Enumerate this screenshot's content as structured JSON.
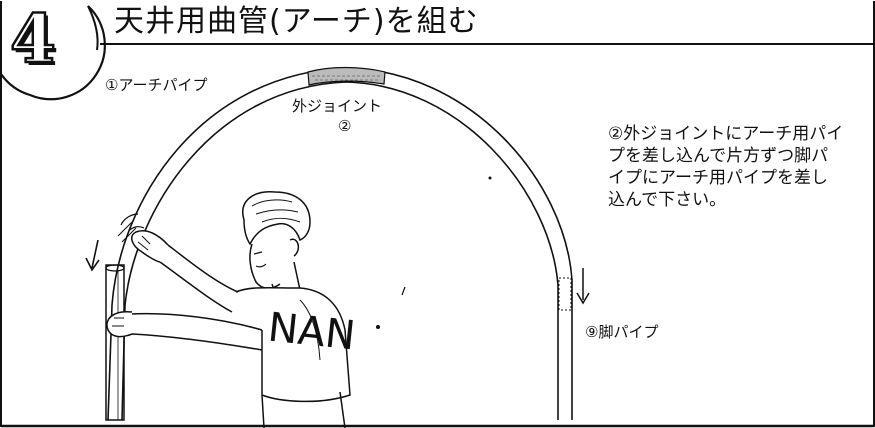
{
  "header": {
    "step_number": "4",
    "title": "天井用曲管(アーチ)を組む"
  },
  "labels": {
    "arch_pipe": "①アーチパイプ",
    "outer_joint": "外ジョイント",
    "outer_joint_num": "②",
    "leg_pipe": "⑨脚パイプ",
    "shirt_text": "NAN"
  },
  "instruction": "②外ジョイントにアーチ用パイプを差し込んで片方ずつ脚パイプにアーチ用パイプを差し込んで下さい。"
}
